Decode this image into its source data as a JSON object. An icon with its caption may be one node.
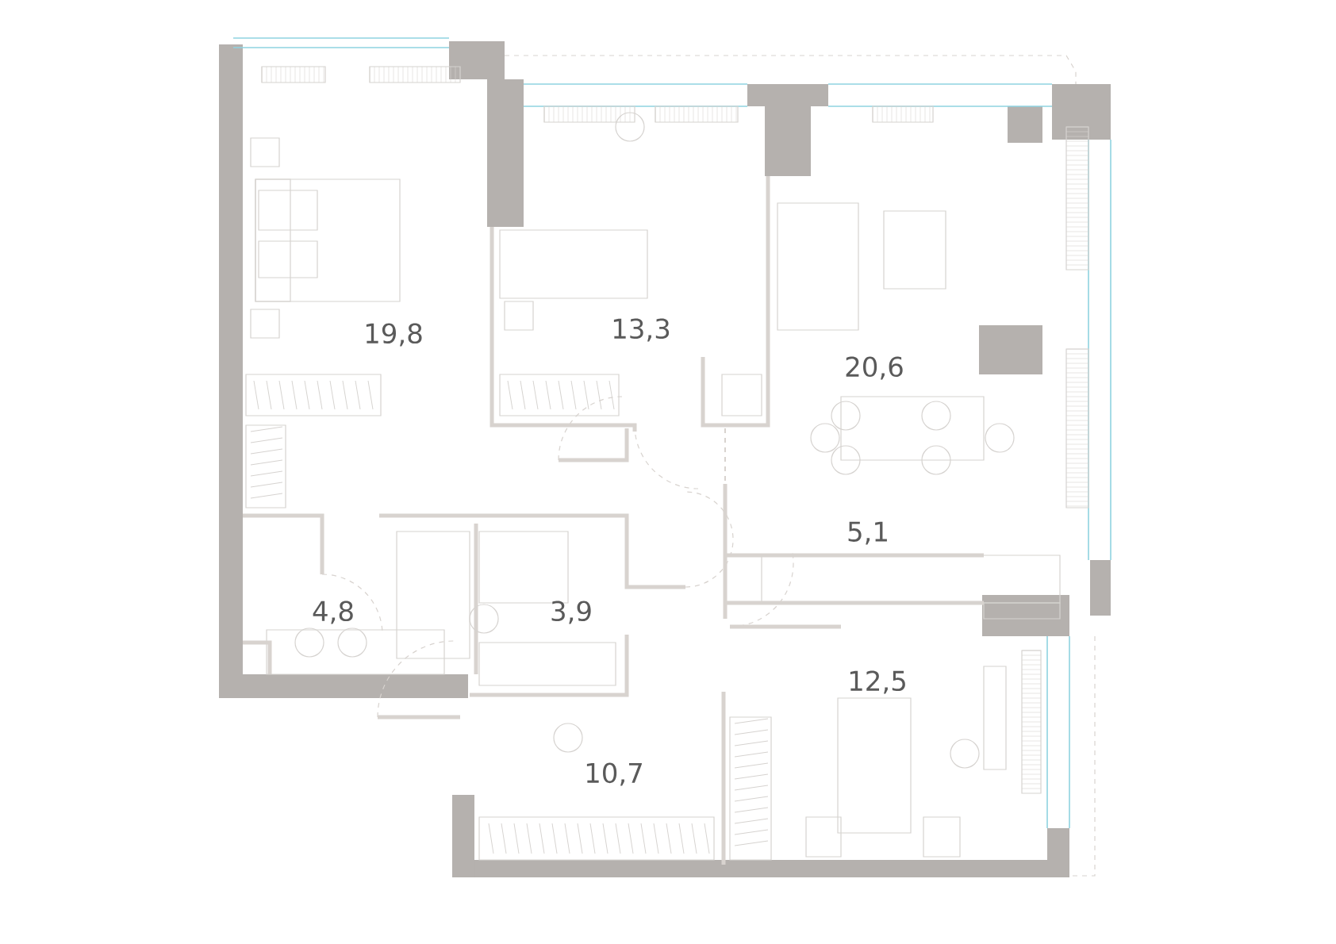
{
  "diagram": {
    "labels": [
      "19,8",
      "13,3",
      "20,6",
      "5,1",
      "4,8",
      "3,9",
      "12,5",
      "10,7"
    ]
  }
}
